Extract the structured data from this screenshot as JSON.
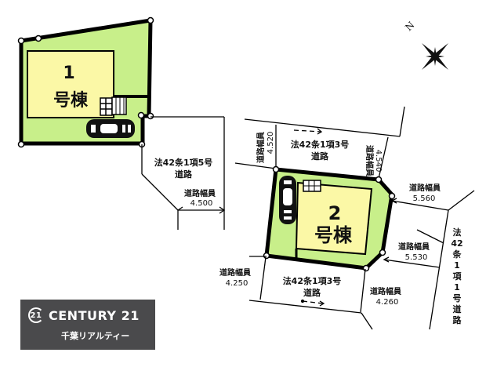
{
  "buildings": [
    {
      "number": "1",
      "label": "号棟"
    },
    {
      "number": "2",
      "label": "号棟"
    }
  ],
  "roads": [
    {
      "id": "road-art42-1-5",
      "line1": "法42条1項5号",
      "line2": "道路",
      "width_title": "道路幅員",
      "width_value": "4.500"
    },
    {
      "id": "road-art42-1-3-top",
      "line1": "法42条1項3号",
      "line2": "道路",
      "width_left_title": "道路幅員",
      "width_left_value": "4.520",
      "width_right_title": "道路幅員",
      "width_right_value": "4.540"
    },
    {
      "id": "road-art42-1-3-bottom",
      "line1": "法42条1項3号",
      "line2": "道路",
      "width_left_title": "道路幅員",
      "width_left_value": "4.250",
      "width_right_title": "道路幅員",
      "width_right_value": "4.260"
    },
    {
      "id": "road-art42-1-1",
      "vertical_text": [
        "法",
        "42",
        "条",
        "1",
        "項",
        "1",
        "号",
        "道",
        "路"
      ],
      "width_top_title": "道路幅員",
      "width_top_value": "5.560",
      "width_bottom_title": "道路幅員",
      "width_bottom_value": "5.530"
    }
  ],
  "compass": {
    "label": "N"
  },
  "logo": {
    "mark": "21",
    "brand": "CENTURY 21",
    "subtitle": "千葉リアルティー"
  },
  "colors": {
    "lot": "#c8ef8a",
    "building": "#fbf8a6",
    "boundary": "#000000",
    "logo_bg": "#4a4a4c"
  }
}
